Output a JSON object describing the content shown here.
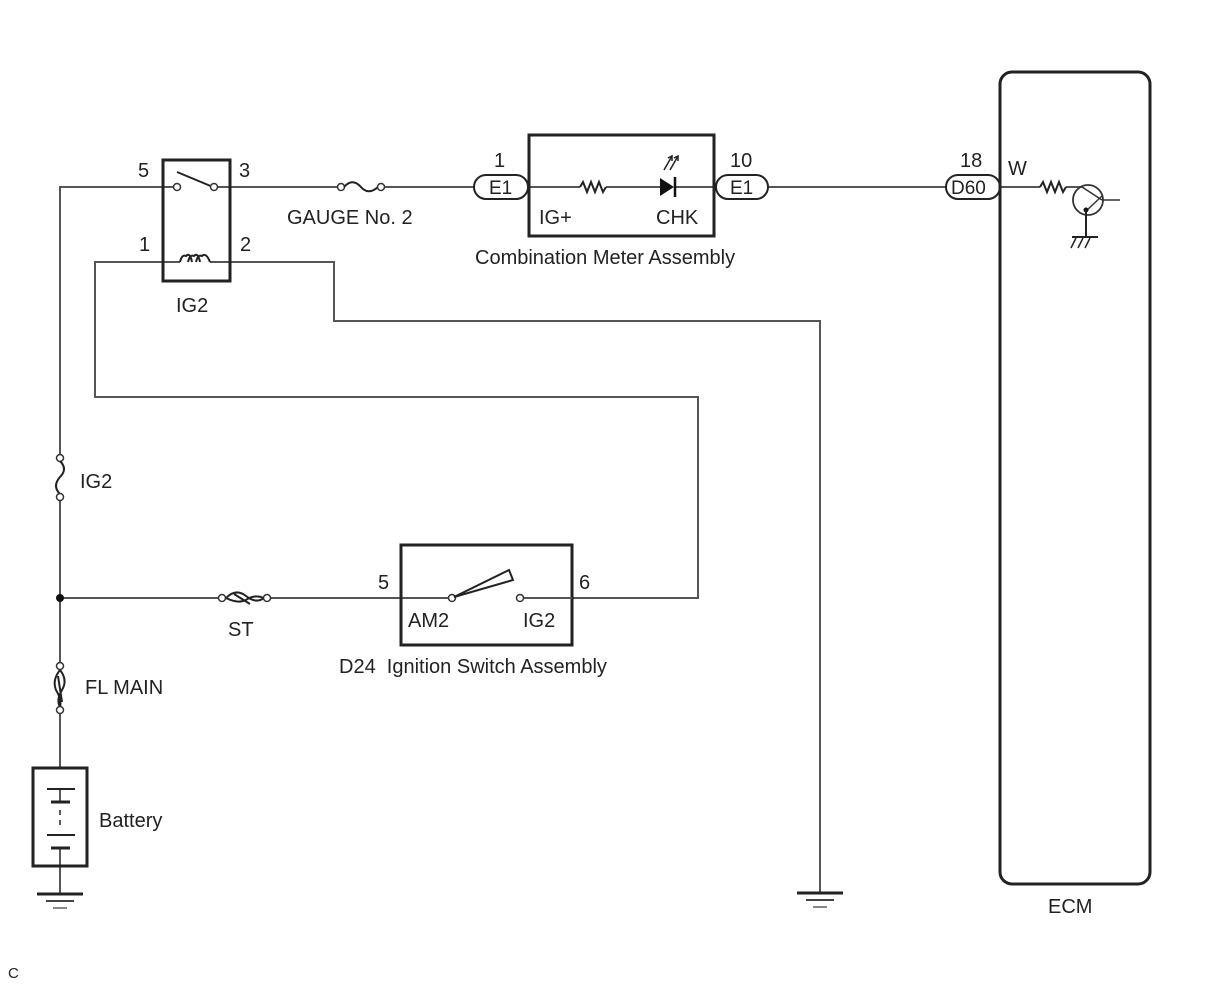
{
  "diagram": {
    "type": "wiring-schematic",
    "footer_code": "C",
    "components": {
      "ig2_relay": {
        "name": "IG2",
        "pins": {
          "a": "5",
          "b": "3",
          "c": "1",
          "d": "2"
        }
      },
      "gauge_fuse": {
        "name": "GAUGE No. 2"
      },
      "combination_meter": {
        "name": "Combination Meter Assembly",
        "connector_in": "E1",
        "pin_in": "1",
        "terminal_in": "IG+",
        "connector_out": "E1",
        "pin_out": "10",
        "terminal_out": "CHK"
      },
      "ecm": {
        "name": "ECM",
        "connector": "D60",
        "pin": "18",
        "wire_color": "W"
      },
      "ig2_fuse": {
        "name": "IG2"
      },
      "st_fuse": {
        "name": "ST"
      },
      "fl_main": {
        "name": "FL MAIN"
      },
      "battery": {
        "name": "Battery"
      },
      "ignition_switch": {
        "name": "D24  Ignition Switch Assembly",
        "pin_in": "5",
        "terminal_in": "AM2",
        "pin_out": "6",
        "terminal_out": "IG2"
      }
    }
  }
}
